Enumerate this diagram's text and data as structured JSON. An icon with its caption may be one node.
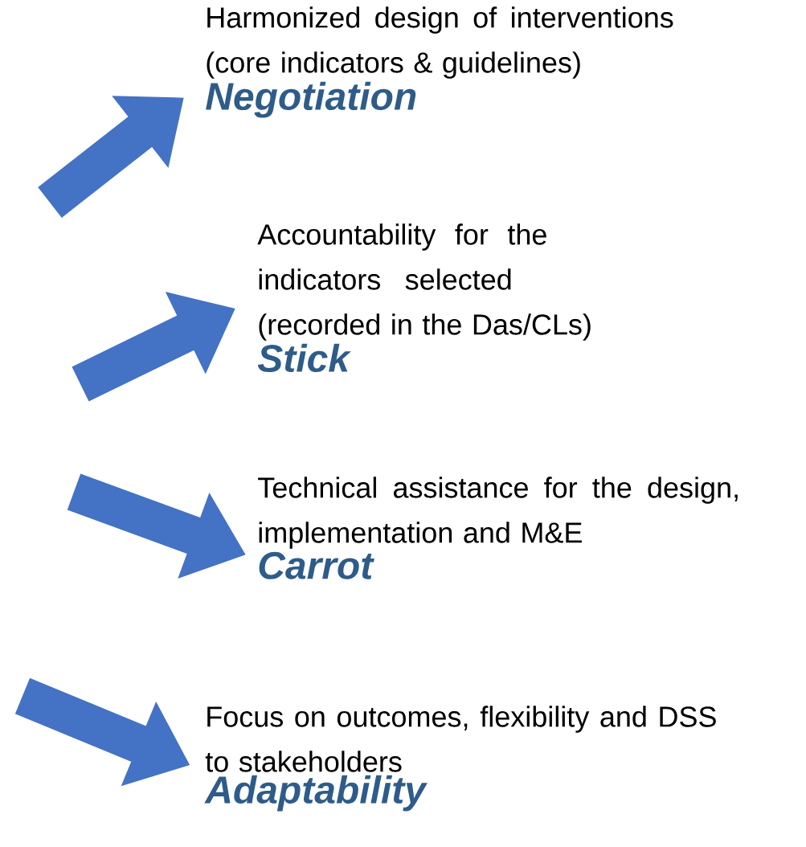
{
  "diagram": {
    "nodes": [
      {
        "text": [
          "Harmonized design of interventions (core indicators & guidelines)",
          "Negotiation"
        ]
      },
      {
        "text": [
          "Accountability for the indicators selected (recorded in the Das/CLs)",
          "Stick"
        ]
      },
      {
        "text": [
          "Technical assistance for the design, implementation and M&E",
          "Carrot"
        ]
      },
      {
        "text": [
          "Focus on outcomes, flexibility and DSS to stakeholders",
          "Adaptability"
        ]
      }
    ],
    "edges": [
      {
        "from": null,
        "to": 0,
        "arrow": "to"
      },
      {
        "from": null,
        "to": 1,
        "arrow": "to"
      },
      {
        "from": null,
        "to": 2,
        "arrow": "to"
      },
      {
        "from": null,
        "to": 3,
        "arrow": "to"
      }
    ]
  }
}
